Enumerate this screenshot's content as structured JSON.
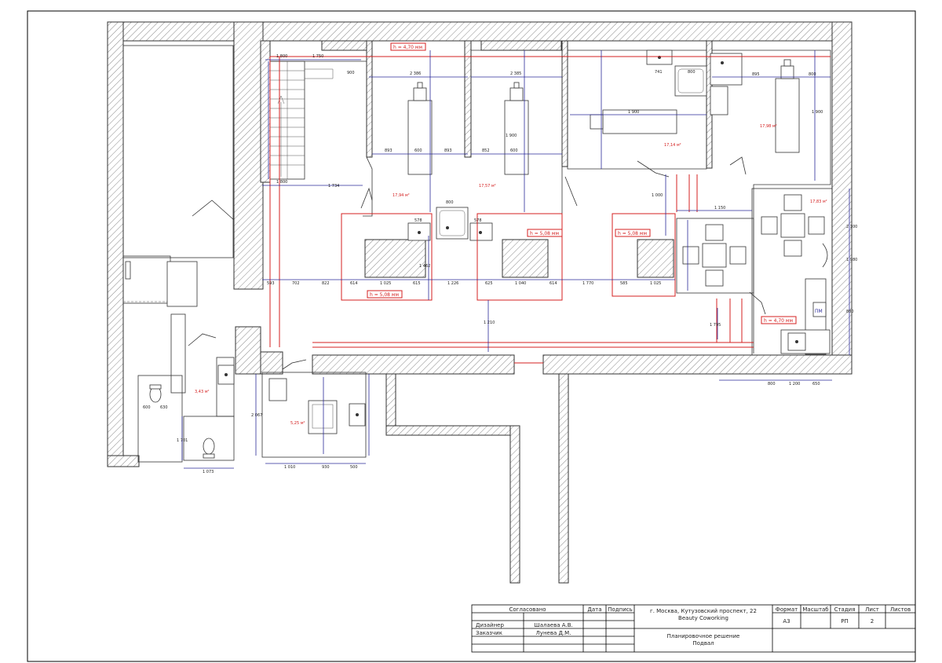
{
  "colors": {
    "wall": "#333333",
    "hatch": "#8a8a8a",
    "dimension": "#2a2a9a",
    "redline": "#d42020",
    "frame": "#000000"
  },
  "labels": {
    "ceiling_1": "h = 4,70 мм",
    "ceiling_2": "h = 5,08 мм",
    "ceiling_3": "h = 5,08 мм",
    "ceiling_4": "h = 5,08 мм",
    "ceiling_5": "h = 4,70 мм",
    "area_1": "17,94 м²",
    "area_2": "17,57 м²",
    "area_3": "17,14 м²",
    "area_4": "17,98 м²",
    "area_5": "17,83 м²",
    "area_6": "3,43 м²",
    "area_7": "5,25 м²",
    "appliance": "ПМ"
  },
  "dimensions": {
    "d1": "1 800",
    "d2": "1 750",
    "d3": "900",
    "d4": "2 386",
    "d5": "2 385",
    "d6": "893",
    "d7": "600",
    "d8": "893",
    "d9": "852",
    "d10": "600",
    "d11": "1 800",
    "d12": "1 734",
    "d13": "578",
    "d14": "578",
    "d15": "800",
    "d16": "1 462",
    "d17": "593",
    "d18": "702",
    "d19": "822",
    "d20": "614",
    "d21": "1 025",
    "d22": "615",
    "d23": "1 226",
    "d24": "625",
    "d25": "1 040",
    "d26": "614",
    "d27": "1 770",
    "d28": "585",
    "d29": "1 025",
    "d30": "1 210",
    "d31": "741",
    "d32": "800",
    "d33": "1 900",
    "d34": "1 900",
    "d35": "895",
    "d36": "800",
    "d37": "1 900",
    "d38": "1 150",
    "d39": "1 000",
    "d40": "1 795",
    "d41": "1 010",
    "d42": "930",
    "d43": "500",
    "d44": "1 073",
    "d45": "1 701",
    "d46": "2 067",
    "d47": "1 200",
    "d48": "650",
    "d49": "600",
    "d50": "630",
    "d51": "2 100",
    "d52": "1 980",
    "d53": "880",
    "d54": "800"
  },
  "title_block": {
    "agreed": "Согласовано",
    "date": "Дата",
    "signature": "Подпись",
    "designer_role": "Дизайнер",
    "designer_name": "Шалаева А.В.",
    "customer_role": "Заказчик",
    "customer_name": "Лунева Д.М.",
    "address": "г. Москва, Кутузовский проспект, 22",
    "company": "Beauty Coworking",
    "sheet_title": "Планировочное решение",
    "level": "Подвал",
    "col_format": "Формат",
    "col_scale": "Масштаб",
    "col_stage": "Стадия",
    "col_sheet": "Лист",
    "col_sheets": "Листов",
    "format": "А3",
    "stage": "РП",
    "sheet": "2"
  }
}
